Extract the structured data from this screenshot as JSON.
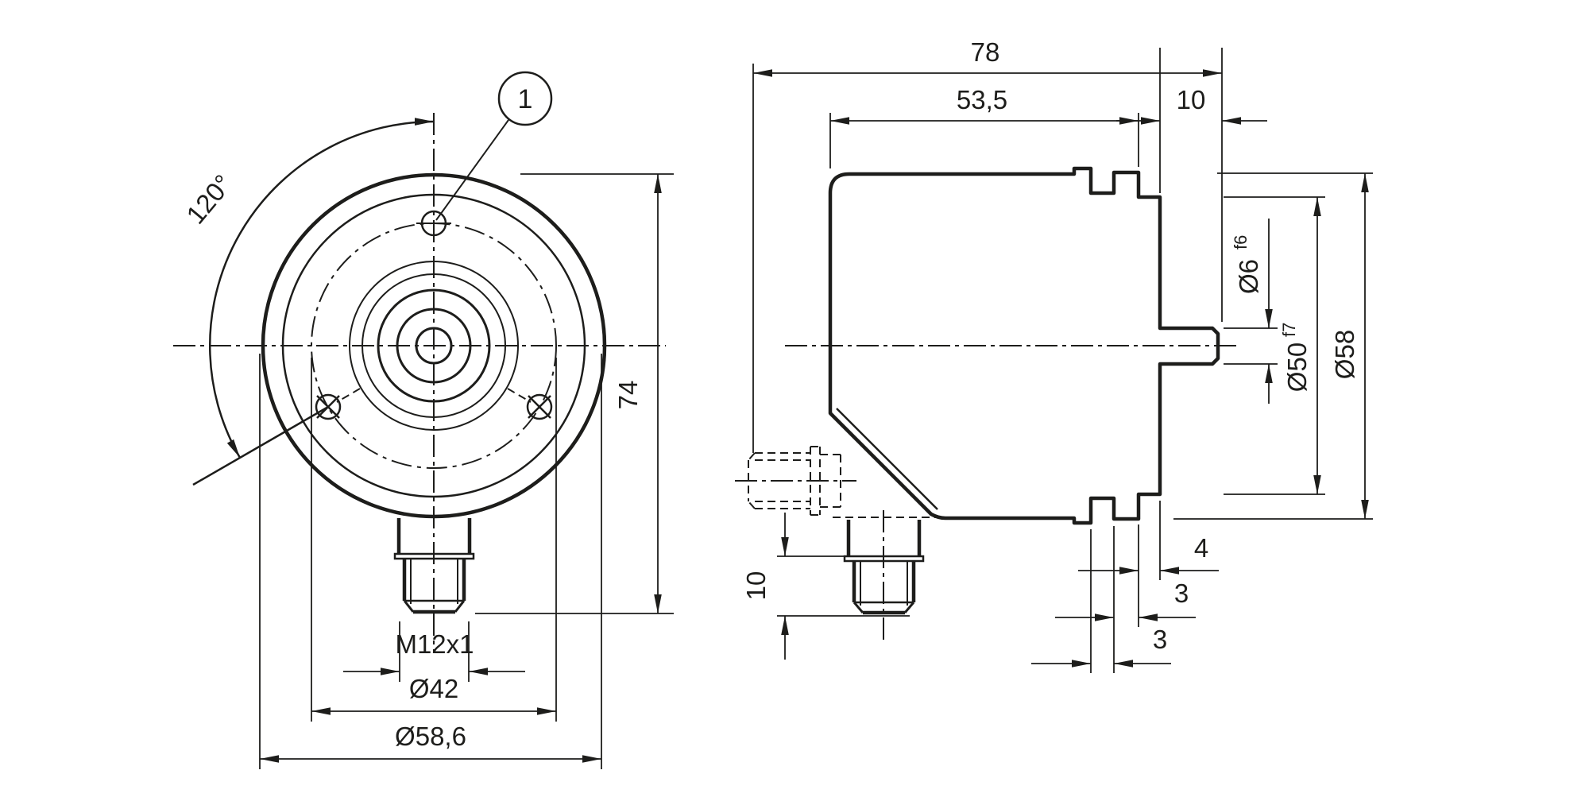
{
  "drawing": {
    "title": "encoder-dimensional-drawing",
    "colors": {
      "line": "#1d1d1b",
      "background": "#ffffff"
    },
    "front": {
      "angle": "120°",
      "balloon": "1",
      "height": "74",
      "thread": "M12x1",
      "bolt_circle": "Ø42",
      "outer_dia": "Ø58,6"
    },
    "side": {
      "total_length": "78",
      "housing_depth": "53,5",
      "shaft_length": "10",
      "shaft_dia": "Ø6",
      "shaft_tol": "f6",
      "collar_dia": "Ø50",
      "collar_tol": "f7",
      "housing_dia": "Ø58",
      "collar_width": "4",
      "groove_width": "3",
      "ring_width": "3",
      "connector_thread_length": "10"
    }
  }
}
